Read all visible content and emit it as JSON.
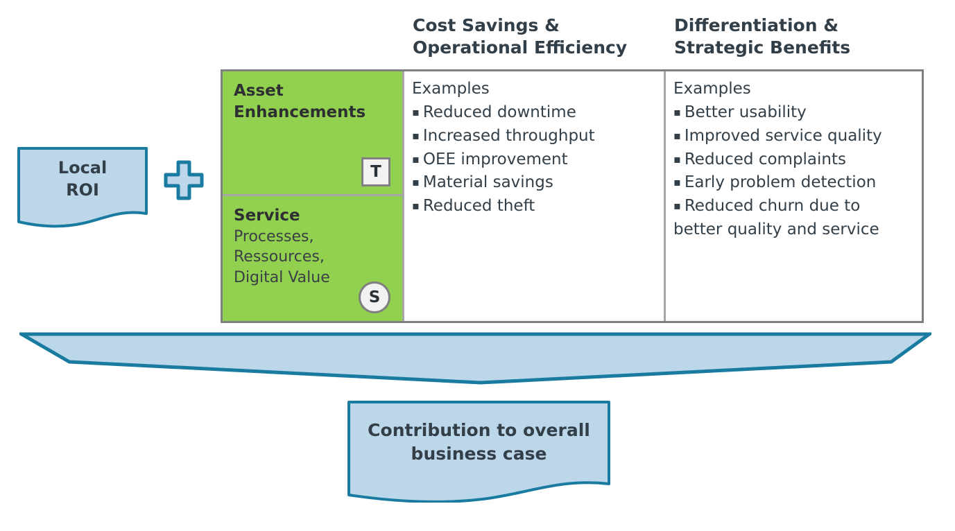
{
  "diagram": {
    "title_text_color": "#333f48",
    "accent_blue": "#1a7ba0",
    "fill_blue": "#bdd7ea",
    "accent_green": "#92d050",
    "border_gray": "#808080",
    "divider_gray": "#a6a6a6"
  },
  "local_roi": {
    "label": "Local\nROI",
    "shape": "wave-document"
  },
  "plus": {
    "icon_name": "plus-icon",
    "glyph": "+"
  },
  "headers": {
    "cost": "Cost Savings &\nOperational Efficiency",
    "differentiation": "Differentiation &\nStrategic Benefits"
  },
  "rows": [
    {
      "id": "asset-enhancements",
      "title": "Asset\nEnhancements",
      "subtitle": "",
      "badge": {
        "label": "T",
        "shape": "square"
      }
    },
    {
      "id": "service",
      "title": "Service",
      "subtitle": "Processes,\nRessources,\nDigital Value",
      "badge": {
        "label": "S",
        "shape": "circle"
      }
    }
  ],
  "columns": {
    "cost": {
      "heading": "Examples",
      "bullet_glyph": "▪",
      "items": [
        "Reduced downtime",
        "Increased throughput",
        "OEE improvement",
        "Material savings",
        "Reduced theft"
      ],
      "continuation": ""
    },
    "differentiation": {
      "heading": "Examples",
      "bullet_glyph": "▪",
      "items": [
        "Better usability",
        "Improved service quality",
        "Reduced complaints",
        "Early problem detection",
        "Reduced churn due to"
      ],
      "continuation": "better quality and service"
    }
  },
  "funnel": {
    "shape_name": "funnel-arrow"
  },
  "contribution": {
    "label": "Contribution to overall\nbusiness case",
    "shape": "wave-document"
  }
}
